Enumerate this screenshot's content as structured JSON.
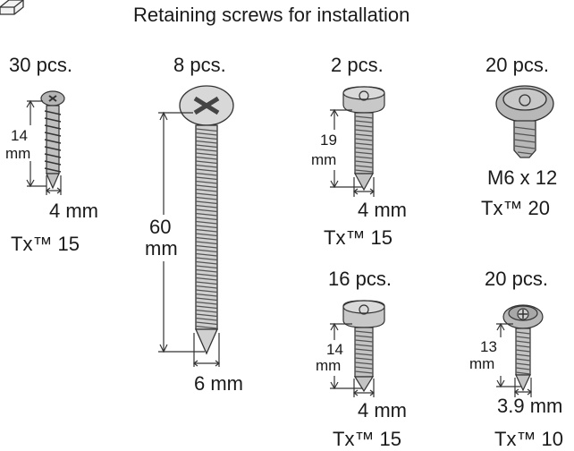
{
  "title": "Retaining screws for installation",
  "screws": [
    {
      "quantity": "30 pcs.",
      "length": "14",
      "length_unit": "mm",
      "width": "4 mm",
      "drive": "Tx™ 15"
    },
    {
      "quantity": "8 pcs.",
      "length": "60",
      "length_unit": "mm",
      "width": "6 mm"
    },
    {
      "quantity": "2 pcs.",
      "length": "19",
      "length_unit": "mm",
      "width": "4 mm",
      "drive": "Tx™ 15"
    },
    {
      "quantity": "20 pcs.",
      "size": "M6 x 12",
      "drive": "Tx™ 20"
    },
    {
      "quantity": "16 pcs.",
      "length": "14",
      "length_unit": "mm",
      "width": "4 mm",
      "drive": "Tx™ 15"
    },
    {
      "quantity": "20 pcs.",
      "length": "13",
      "length_unit": "mm",
      "width": "3.9 mm",
      "drive": "Tx™ 10"
    }
  ]
}
